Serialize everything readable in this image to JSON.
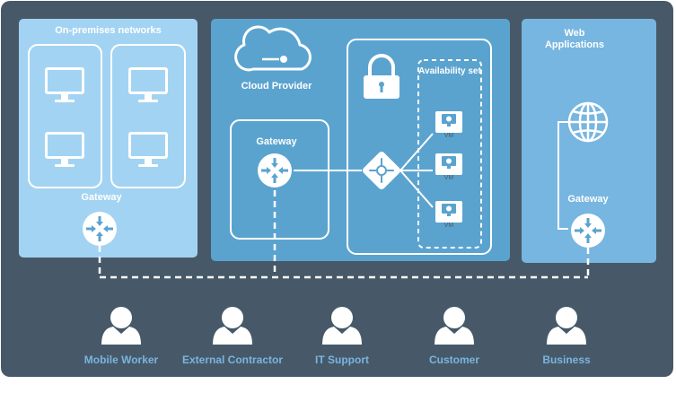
{
  "panels": {
    "on_premises": {
      "title": "On-premises networks",
      "gateway_label": "Gateway",
      "color": "#a3d3f2"
    },
    "cloud": {
      "title": "Cloud Provider",
      "gateway_label": "Gateway",
      "availability_set": "Availability set",
      "vm_label": "VM",
      "color": "#5ba3cf"
    },
    "web": {
      "title": "Web Applications",
      "gateway_label": "Gateway",
      "color": "#77b6e0"
    }
  },
  "users": [
    {
      "label": "Mobile Worker"
    },
    {
      "label": "External Contractor"
    },
    {
      "label": "IT Support"
    },
    {
      "label": "Customer"
    },
    {
      "label": "Business"
    }
  ],
  "colors": {
    "background": "#475968",
    "label": "#7ab4e0",
    "icon": "#ffffff"
  },
  "icons": [
    "monitor-icon",
    "cloud-icon",
    "lock-icon",
    "router-icon",
    "load-balancer-icon",
    "vm-icon",
    "globe-icon",
    "person-icon"
  ]
}
